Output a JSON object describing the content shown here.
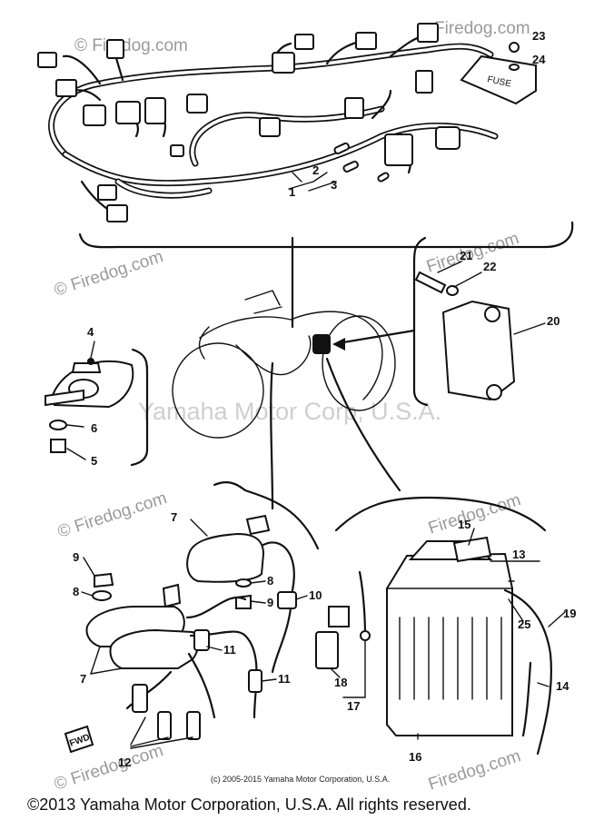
{
  "diagram": {
    "parts": [
      {
        "id": "1",
        "label": "1"
      },
      {
        "id": "2",
        "label": "2"
      },
      {
        "id": "3",
        "label": "3"
      },
      {
        "id": "4",
        "label": "4"
      },
      {
        "id": "5",
        "label": "5"
      },
      {
        "id": "6",
        "label": "6"
      },
      {
        "id": "7a",
        "label": "7"
      },
      {
        "id": "7b",
        "label": "7"
      },
      {
        "id": "8a",
        "label": "8"
      },
      {
        "id": "8b",
        "label": "8"
      },
      {
        "id": "9a",
        "label": "9"
      },
      {
        "id": "9b",
        "label": "9"
      },
      {
        "id": "10",
        "label": "10"
      },
      {
        "id": "11a",
        "label": "11"
      },
      {
        "id": "11b",
        "label": "11"
      },
      {
        "id": "12",
        "label": "12"
      },
      {
        "id": "13",
        "label": "13"
      },
      {
        "id": "14",
        "label": "14"
      },
      {
        "id": "15",
        "label": "15"
      },
      {
        "id": "16",
        "label": "16"
      },
      {
        "id": "17",
        "label": "17"
      },
      {
        "id": "18",
        "label": "18"
      },
      {
        "id": "19",
        "label": "19"
      },
      {
        "id": "20",
        "label": "20"
      },
      {
        "id": "21",
        "label": "21"
      },
      {
        "id": "22",
        "label": "22"
      },
      {
        "id": "23",
        "label": "23"
      },
      {
        "id": "24",
        "label": "24"
      },
      {
        "id": "25",
        "label": "25"
      }
    ],
    "fuse_box_label": "FUSE",
    "fwd_label": "FWD"
  },
  "watermarks": {
    "firedog": "Firedog.com",
    "firedog_c": "© Firedog.com",
    "yamaha": "Yamaha Motor Corp, U.S.A."
  },
  "inline_copyright": "(c) 2005-2015 Yamaha Motor Corporation, U.S.A.",
  "footer": {
    "copyright": "©2013 Yamaha Motor Corporation, U.S.A. All rights reserved."
  }
}
